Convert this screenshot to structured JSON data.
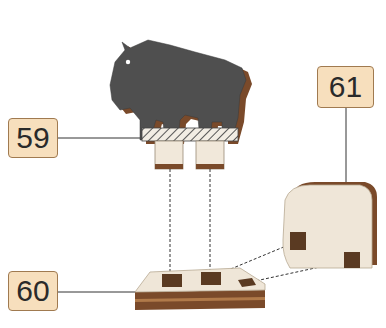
{
  "diagram": {
    "labels": [
      "59",
      "60",
      "61"
    ]
  }
}
